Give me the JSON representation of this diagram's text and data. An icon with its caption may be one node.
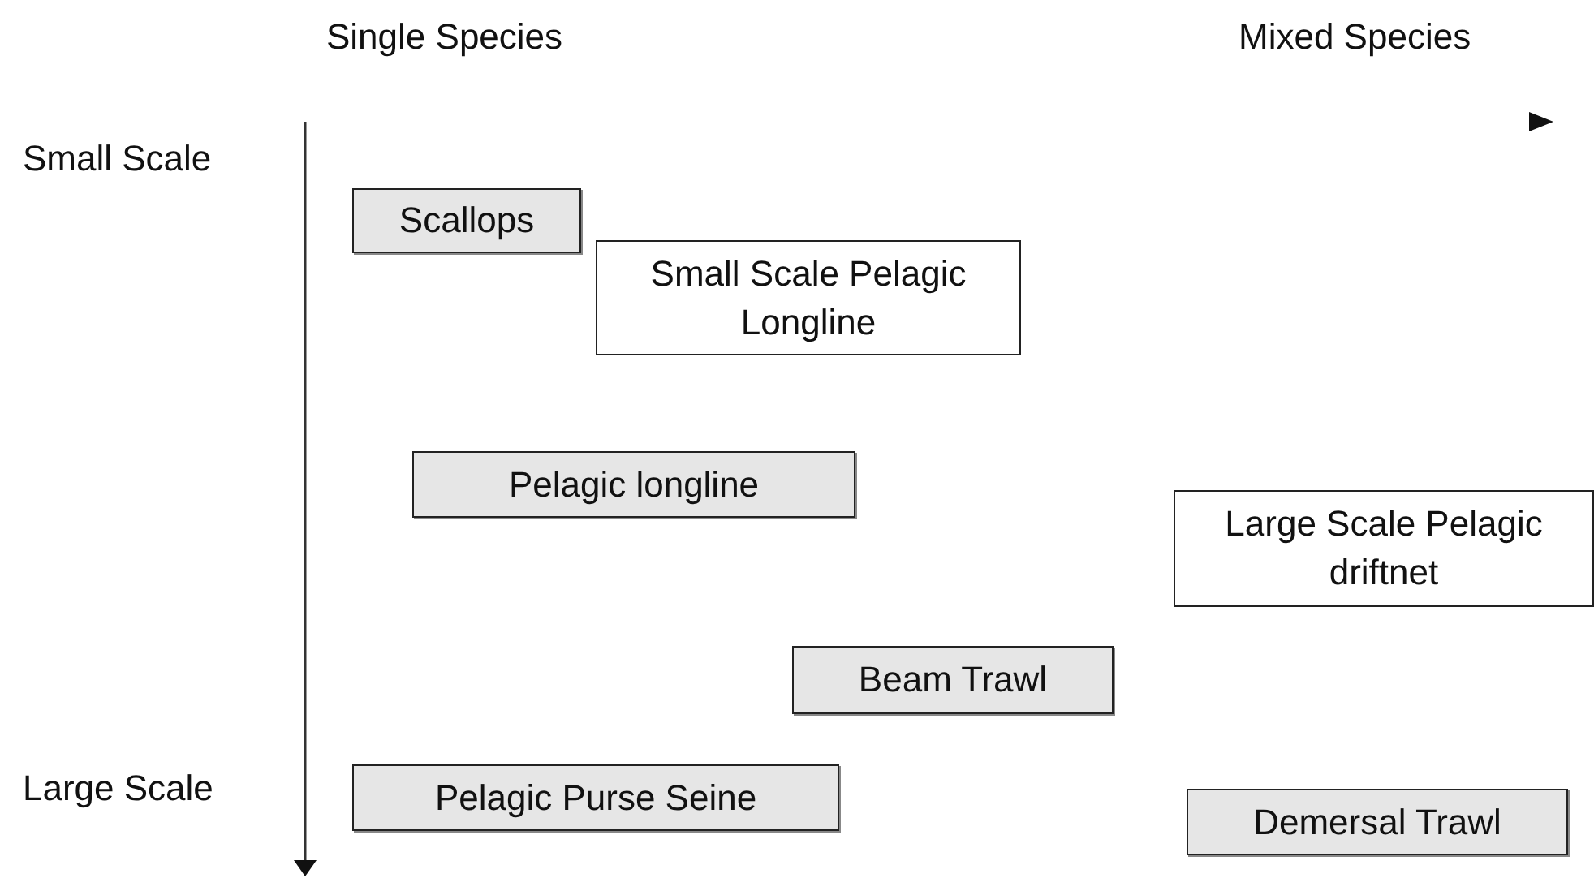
{
  "diagram": {
    "nodes": [
      {
        "text": [
          "Scallops"
        ]
      },
      {
        "text": [
          "Small Scale Pelagic Longline"
        ]
      },
      {
        "text": [
          "Pelagic longline"
        ]
      },
      {
        "text": [
          "Large Scale Pelagic driftnet"
        ]
      },
      {
        "text": [
          "Beam Trawl"
        ]
      },
      {
        "text": [
          "Pelagic Purse Seine"
        ]
      },
      {
        "text": [
          "Demersal Trawl"
        ]
      }
    ],
    "labels": [
      "Single Species",
      "Mixed Species",
      "Small Scale",
      "Large Scale"
    ]
  }
}
